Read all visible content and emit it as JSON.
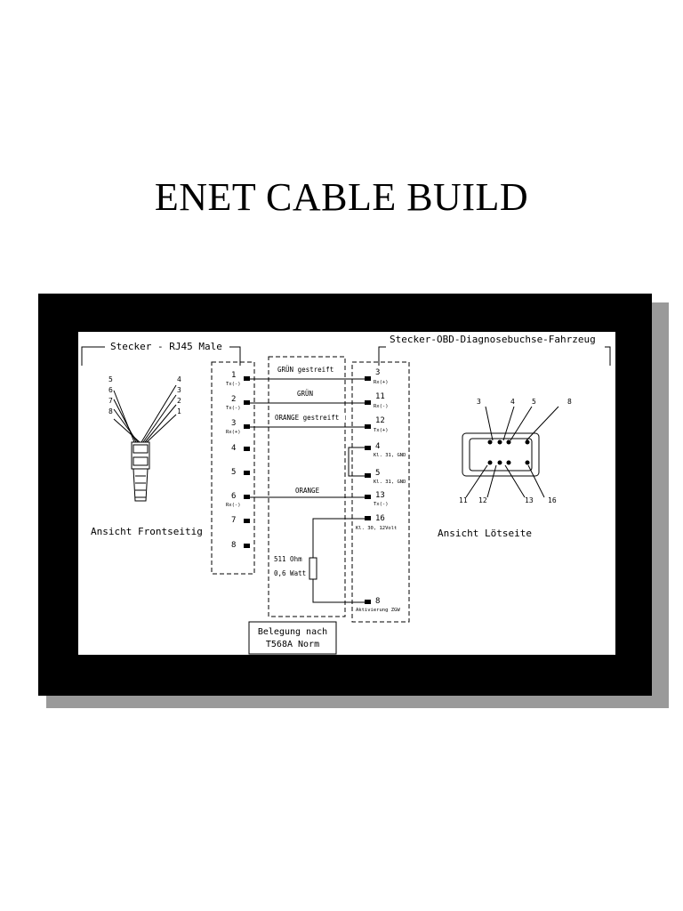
{
  "page": {
    "title": "ENET CABLE BUILD"
  },
  "diagram": {
    "left_connector_title": "Stecker - RJ45 Male",
    "right_connector_title": "Stecker-OBD-Diagnosebuchse-Fahrzeug",
    "left_view_label": "Ansicht Frontseitig",
    "right_view_label": "Ansicht Lötseite",
    "rj45_left_pins": [
      "5",
      "6",
      "7",
      "8"
    ],
    "rj45_right_pins": [
      "4",
      "3",
      "2",
      "1"
    ],
    "obd_top_pins": [
      "3",
      "4",
      "5",
      "8"
    ],
    "obd_bottom_pins": [
      "11",
      "12",
      "13",
      "16"
    ],
    "left_pins": [
      {
        "num": "1",
        "sig": "Tx(-)"
      },
      {
        "num": "2",
        "sig": "Tx(-)"
      },
      {
        "num": "3",
        "sig": "Rx(+)"
      },
      {
        "num": "4",
        "sig": ""
      },
      {
        "num": "5",
        "sig": ""
      },
      {
        "num": "6",
        "sig": "Rx(-)"
      },
      {
        "num": "7",
        "sig": ""
      },
      {
        "num": "8",
        "sig": ""
      }
    ],
    "right_pins": [
      {
        "num": "3",
        "sig": "Rx(+)"
      },
      {
        "num": "11",
        "sig": "Rx(-)"
      },
      {
        "num": "12",
        "sig": "Tx(+)"
      },
      {
        "num": "4",
        "sig": "Kl. 31, GND"
      },
      {
        "num": "5",
        "sig": "Kl. 31, GND"
      },
      {
        "num": "13",
        "sig": "Tx(-)"
      },
      {
        "num": "16",
        "sig": "Kl. 30, 12Volt"
      },
      {
        "num": "8",
        "sig": "Aktivierung ZGW"
      }
    ],
    "wire_labels": [
      "GRÜN gestreift",
      "GRÜN",
      "ORANGE gestreift",
      "ORANGE"
    ],
    "resistor_label_1": "511 Ohm",
    "resistor_label_2": "0,6 Watt",
    "norm_label_1": "Belegung nach",
    "norm_label_2": "T568A Norm"
  }
}
